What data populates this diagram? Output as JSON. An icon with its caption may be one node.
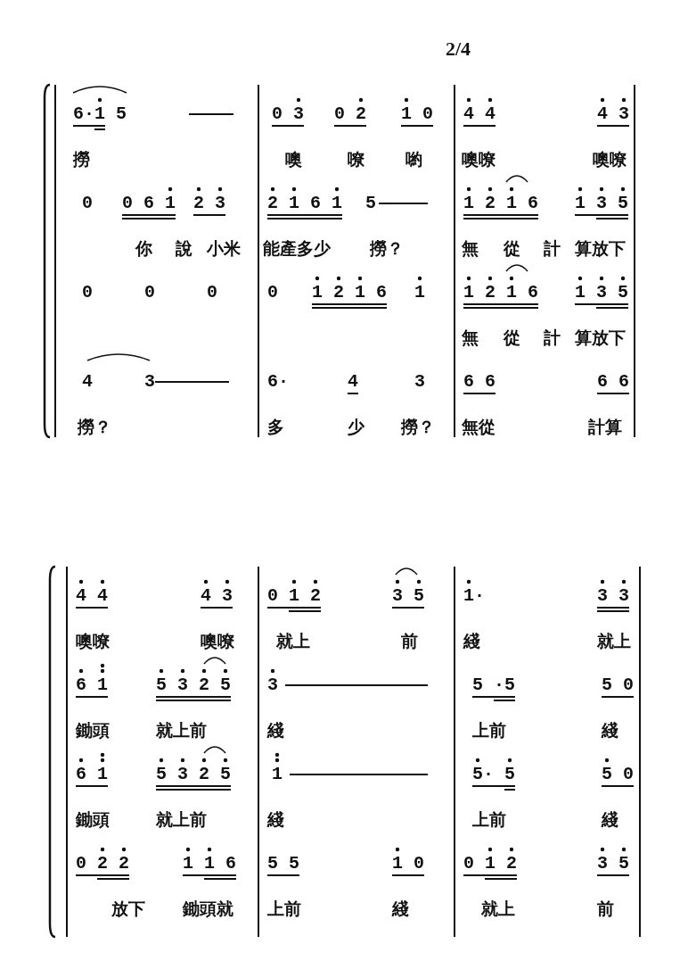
{
  "diagram": {
    "labels": [
      "2/4",
      "6·1 5",
      "0 3",
      "0 2",
      "1 0",
      "4 4",
      "4 3",
      "撈",
      "噢",
      "嘹",
      "喲",
      "噢嘹",
      "噢嘹",
      "0",
      "0 6 1",
      "2 3",
      "2 1 6 1",
      "5",
      "1 2 1 6",
      "1 3 5",
      "你",
      "說",
      "小米",
      "能產多少",
      "撈？",
      "無",
      "從",
      "計",
      "算放下",
      "0",
      "0",
      "0",
      "0",
      "1 2 1 6",
      "1",
      "1 2 1 6",
      "1 3 5",
      "無",
      "從",
      "計",
      "算放下",
      "4",
      "3",
      "6·",
      "4",
      "3",
      "6 6",
      "6 6",
      "撈？",
      "多",
      "少",
      "撈？",
      "無從",
      "計算",
      "4 4",
      "4 3",
      "0 1 2",
      "3 5",
      "1·",
      "3 3",
      "噢嘹",
      "噢嘹",
      "就上",
      "前",
      "綫",
      "就上",
      "6 1",
      "5 3 2 5",
      "3",
      "5 ·5",
      "5 0",
      "鋤頭",
      "就上前",
      "綫",
      "上前",
      "綫",
      "6 1",
      "5 3 2 5",
      "1",
      "5· 5",
      "5 0",
      "鋤頭",
      "就上前",
      "綫",
      "上前",
      "綫",
      "0 2 2",
      "1 1 6",
      "5 5",
      "1 0",
      "0 1 2",
      "3 5",
      "放下",
      "鋤頭就",
      "上前",
      "綫",
      "就上",
      "前"
    ]
  }
}
